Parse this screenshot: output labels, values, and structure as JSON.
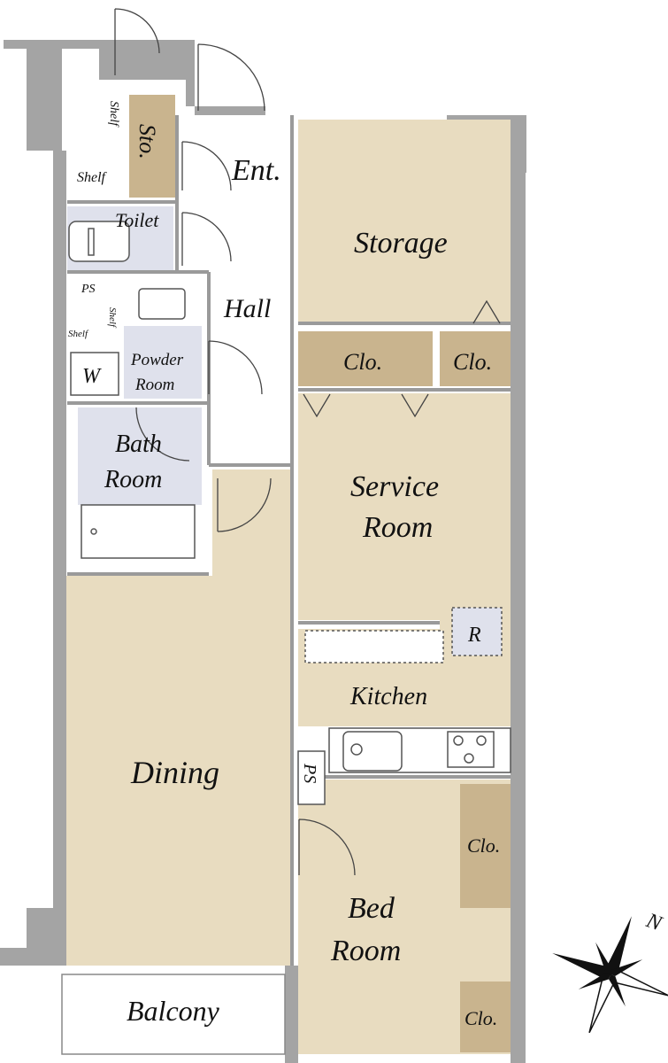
{
  "rooms": {
    "entrance": "Ent.",
    "storage_room": "Storage",
    "hall": "Hall",
    "storage_closet": "Sto.",
    "shelf_vertical": "Shelf",
    "shelf_entrance": "Shelf",
    "toilet": "Toilet",
    "ps_top": "PS",
    "shelf_small_left": "Shelf",
    "shelf_small_right": "Shelf",
    "washer_symbol": "W",
    "powder_room_line1": "Powder",
    "powder_room_line2": "Room",
    "bath_room_line1": "Bath",
    "bath_room_line2": "Room",
    "closet_service_left": "Clo.",
    "closet_service_right": "Clo.",
    "service_room_line1": "Service",
    "service_room_line2": "Room",
    "fridge_symbol": "R",
    "kitchen": "Kitchen",
    "dining": "Dining",
    "ps_kitchen": "PS",
    "closet_bed_upper": "Clo.",
    "closet_bed_lower": "Clo.",
    "bed_room_line1": "Bed",
    "bed_room_line2": "Room",
    "balcony": "Balcony"
  },
  "compass": {
    "label": "N"
  },
  "colors": {
    "wall": "#a4a4a4",
    "room_floor": "#e8dcc0",
    "closet_floor": "#c9b48e",
    "wet_area": "#dfe1ec",
    "white_floor": "#ffffff"
  }
}
